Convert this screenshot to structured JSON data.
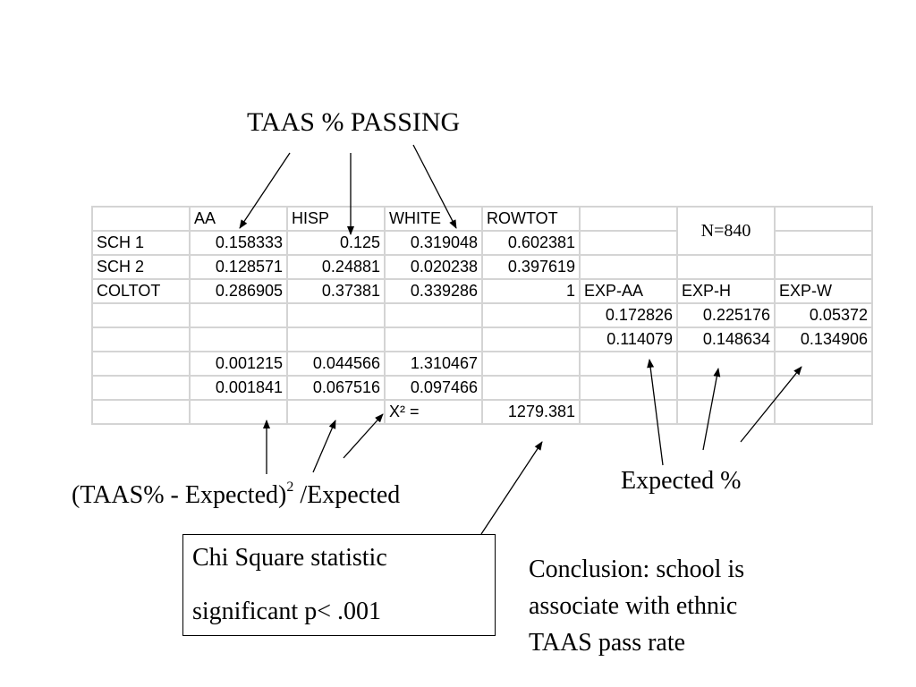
{
  "title": "TAAS % PASSING",
  "table": {
    "rows": [
      [
        "",
        "AA",
        "HISP",
        "WHITE",
        "ROWTOT",
        "",
        "",
        ""
      ],
      [
        "SCH 1",
        "0.158333",
        "0.125",
        "0.319048",
        "0.602381",
        "",
        "",
        ""
      ],
      [
        "SCH 2",
        "0.128571",
        "0.24881",
        "0.020238",
        "0.397619",
        "",
        "",
        ""
      ],
      [
        "COLTOT",
        "0.286905",
        "0.37381",
        "0.339286",
        "1",
        "EXP-AA",
        "EXP-H",
        "EXP-W"
      ],
      [
        "",
        "",
        "",
        "",
        "",
        "0.172826",
        "0.225176",
        "0.05372"
      ],
      [
        "",
        "",
        "",
        "",
        "",
        "0.114079",
        "0.148634",
        "0.134906"
      ],
      [
        "",
        "0.001215",
        "0.044566",
        "1.310467",
        "",
        "",
        "",
        ""
      ],
      [
        "",
        "0.001841",
        "0.067516",
        "0.097466",
        "",
        "",
        "",
        ""
      ],
      [
        "",
        "",
        "",
        "X² =",
        "1279.381",
        "",
        "",
        ""
      ]
    ],
    "n_label": "N=840"
  },
  "annotations": {
    "expected": "Expected %",
    "formula_prefix": "(TAAS% - Expected)",
    "formula_exp": "2",
    "formula_suffix": " /Expected"
  },
  "chi_box": {
    "line1": "Chi Square statistic",
    "line2": "significant p< .001"
  },
  "conclusion": [
    "Conclusion: school is",
    "associate with ethnic",
    "TAAS pass rate"
  ]
}
